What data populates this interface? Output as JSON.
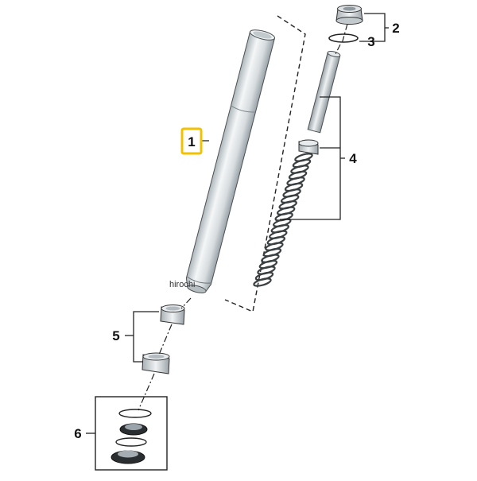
{
  "diagram": {
    "callouts": {
      "c1": "1",
      "c2": "2",
      "c3": "3",
      "c4": "4",
      "c5": "5",
      "c6": "6"
    },
    "highlighted_callout": "1",
    "watermark": "hirochi",
    "colors": {
      "background": "#ffffff",
      "tube_light": "#f2f4f5",
      "tube_mid": "#c9d0d4",
      "tube_dark": "#8f999f",
      "highlight_box": "#f2c200",
      "line": "#222222"
    }
  }
}
